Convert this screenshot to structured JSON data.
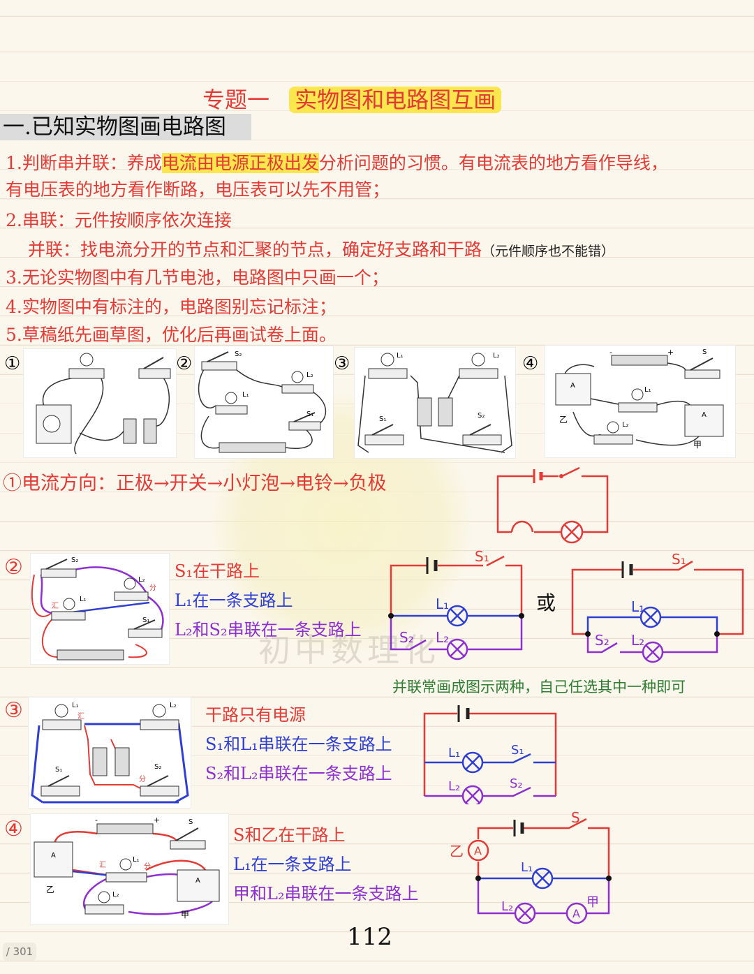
{
  "title": {
    "prefix": "专题一",
    "highlight": "实物图和电路图互画"
  },
  "section_heading": "一.已知实物图画电路图",
  "rules": {
    "r1a_pre": "1.判断串并联：养成",
    "r1a_hl": "电流由电源正极出发",
    "r1a_post": "分析问题的习惯。有电流表的地方看作导线，",
    "r1b": "有电压表的地方看作断路，电压表可以先不用管；",
    "r2": "2.串联：元件按顺序依次连接",
    "r2b": "并联：找电流分开的节点和汇聚的节点，确定好支路和干路",
    "r2b_small": "（元件顺序也不能错）",
    "r3": "3.无论实物图中有几节电池，电路图中只画一个；",
    "r4": "4.实物图中有标注的，电路图别忘记标注；",
    "r5": "5.草稿纸先画草图，优化后再画试卷上面。"
  },
  "problem_numbers": [
    "①",
    "②",
    "③",
    "④"
  ],
  "labels": {
    "S": "S",
    "S1": "S₁",
    "S2": "S₂",
    "L1": "L₁",
    "L2": "L₂",
    "A": "A",
    "yi": "乙",
    "jia": "甲",
    "hui": "汇",
    "fen": "分",
    "or": "或",
    "plus": "+",
    "minus": "-"
  },
  "sol1": {
    "text": "①电流方向：正极→开关→小灯泡→电铃→负极"
  },
  "sol2": {
    "num": "②",
    "n1": "S₁在干路上",
    "n2": "L₁在一条支路上",
    "n3": "L₂和S₂串联在一条支路上",
    "footnote": "并联常画成图示两种，自己任选其中一种即可"
  },
  "sol3": {
    "num": "③",
    "n1": "干路只有电源",
    "n2": "S₁和L₁串联在一条支路上",
    "n3": "S₂和L₂串联在一条支路上"
  },
  "sol4": {
    "num": "④",
    "n1": "S和乙在干路上",
    "n2": "L₁在一条支路上",
    "n3": "甲和L₂串联在一条支路上"
  },
  "watermark": "初中数理化",
  "page_counter": "/ 301",
  "page_number": "112",
  "colors": {
    "red": "#e53935",
    "blue": "#2f3fd4",
    "purple": "#8e2fd0",
    "green": "#2e7d32",
    "highlight": "#fbe64e"
  }
}
